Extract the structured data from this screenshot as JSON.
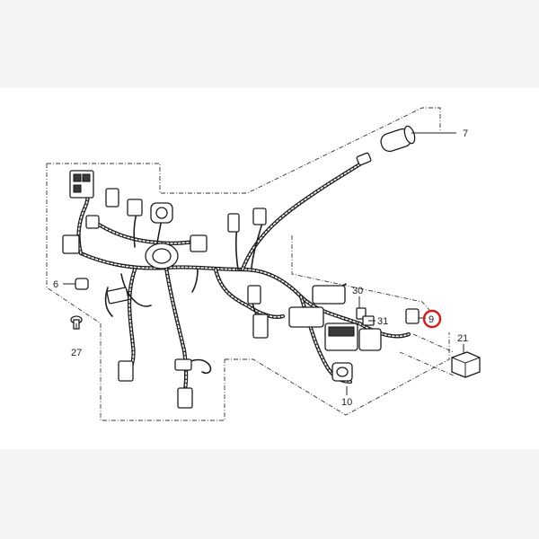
{
  "diagram": {
    "callouts": [
      {
        "id": "c7",
        "label": "7"
      },
      {
        "id": "c6",
        "label": "6"
      },
      {
        "id": "c27",
        "label": "27"
      },
      {
        "id": "c30",
        "label": "30"
      },
      {
        "id": "c31",
        "label": "31"
      },
      {
        "id": "c9",
        "label": "9",
        "highlighted": true
      },
      {
        "id": "c21",
        "label": "21"
      },
      {
        "id": "c10",
        "label": "10"
      }
    ],
    "highlight_color": "#d21d1d",
    "line_color": "#222222",
    "background_color": "#ffffff",
    "frame_color": "#f4f4f4"
  }
}
